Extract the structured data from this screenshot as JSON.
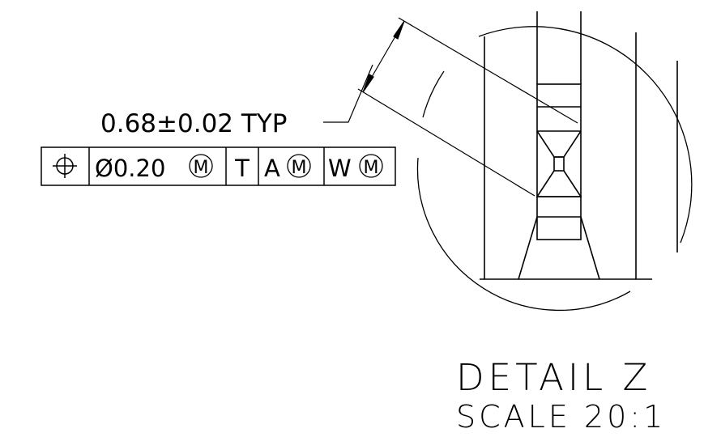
{
  "dimension": {
    "value": "0.68±0.02 TYP"
  },
  "feature_control_frame": {
    "tolerance": "Ø0.20",
    "modifier": "M",
    "datum_primary": "T",
    "datum_secondary": "A",
    "datum_secondary_modifier": "M",
    "datum_tertiary": "W",
    "datum_tertiary_modifier": "M"
  },
  "detail": {
    "title": "DETAIL Z",
    "scale": "SCALE 20:1"
  },
  "colors": {
    "ink": "#000000",
    "background": "#ffffff"
  }
}
